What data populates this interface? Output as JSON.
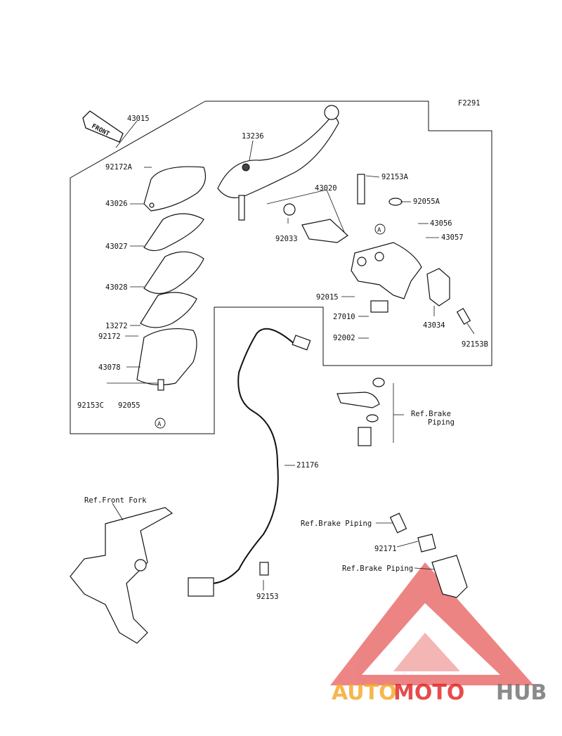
{
  "diagram_code": "F2291",
  "front_arrow": "FRONT",
  "callout_marker": "A",
  "labels": {
    "p43015": "43015",
    "p13236": "13236",
    "p92172A": "92172A",
    "p43026": "43026",
    "p43027": "43027",
    "p43028": "43028",
    "p13272": "13272",
    "p92172": "92172",
    "p43078": "43078",
    "p92153C": "92153C",
    "p92055": "92055",
    "p43020": "43020",
    "p92033": "92033",
    "p92153A": "92153A",
    "p92055A": "92055A",
    "p43056": "43056",
    "p43057": "43057",
    "p92015": "92015",
    "p27010": "27010",
    "p92002": "92002",
    "p43034": "43034",
    "p92153B": "92153B",
    "p21176": "21176",
    "p92153": "92153",
    "p92171": "92171"
  },
  "refs": {
    "brake_piping_1": "Ref.Brake",
    "brake_piping_2": "Piping",
    "front_fork": "Ref.Front Fork",
    "brake_piping_a": "Ref.Brake Piping",
    "brake_piping_b": "Ref.Brake Piping"
  },
  "watermark": {
    "part1": "AUTO",
    "part2": "MOTO",
    "part3": "HUB",
    "colors": {
      "orange": "#f5a623",
      "red": "#e02020",
      "gray": "#6d6d6d"
    }
  }
}
